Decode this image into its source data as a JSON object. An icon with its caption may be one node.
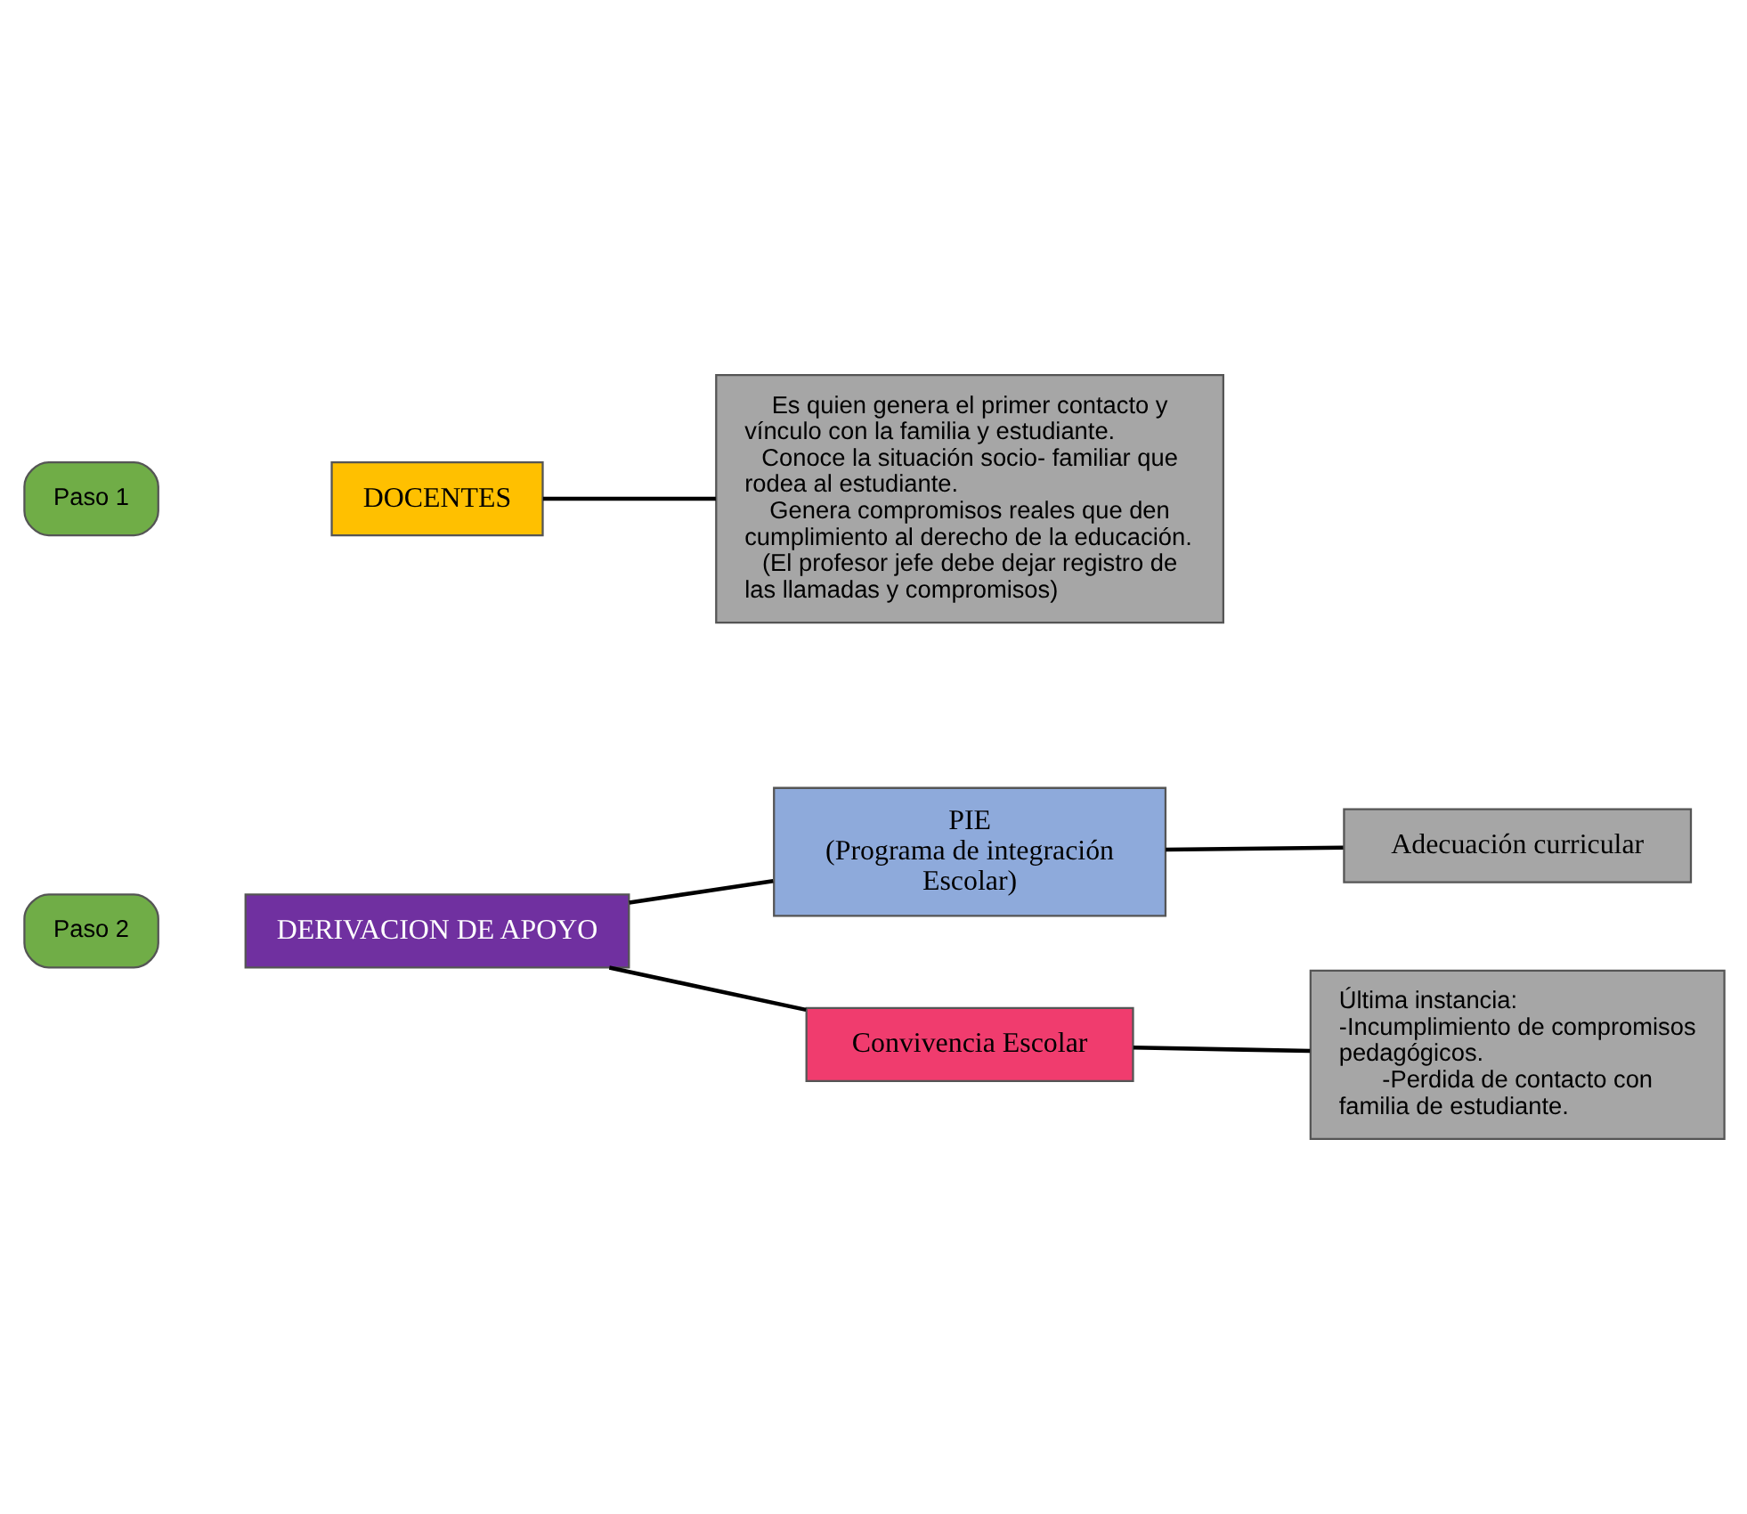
{
  "diagram": {
    "nodes": [
      {
        "text": [
          "Paso 1"
        ]
      },
      {
        "text": [
          "DOCENTES"
        ]
      },
      {
        "text": [
          "Es quien genera el primer contacto y vínculo con la familia y estudiante.",
          "Conoce la situación socio- familiar que rodea al estudiante.",
          "Genera compromisos reales que den cumplimiento al derecho de la educación.",
          "(El profesor jefe debe dejar registro de las llamadas y compromisos)"
        ]
      },
      {
        "text": [
          "Paso 2"
        ]
      },
      {
        "text": [
          "DERIVACION DE APOYO"
        ]
      },
      {
        "text": [
          "PIE",
          "(Programa de integración Escolar)"
        ]
      },
      {
        "text": [
          "Adecuación curricular"
        ]
      },
      {
        "text": [
          "Convivencia Escolar"
        ]
      },
      {
        "text": [
          "Última instancia:",
          "-Incumplimiento de compromisos pedagógicos.",
          "-Perdida de contacto con familia de estudiante."
        ]
      }
    ],
    "edges": [
      {
        "from": 1,
        "to": 2,
        "arrow": "none"
      },
      {
        "from": 4,
        "to": 5,
        "arrow": "none"
      },
      {
        "from": 4,
        "to": 7,
        "arrow": "none"
      },
      {
        "from": 5,
        "to": 6,
        "arrow": "none"
      },
      {
        "from": 7,
        "to": 8,
        "arrow": "none"
      }
    ]
  }
}
